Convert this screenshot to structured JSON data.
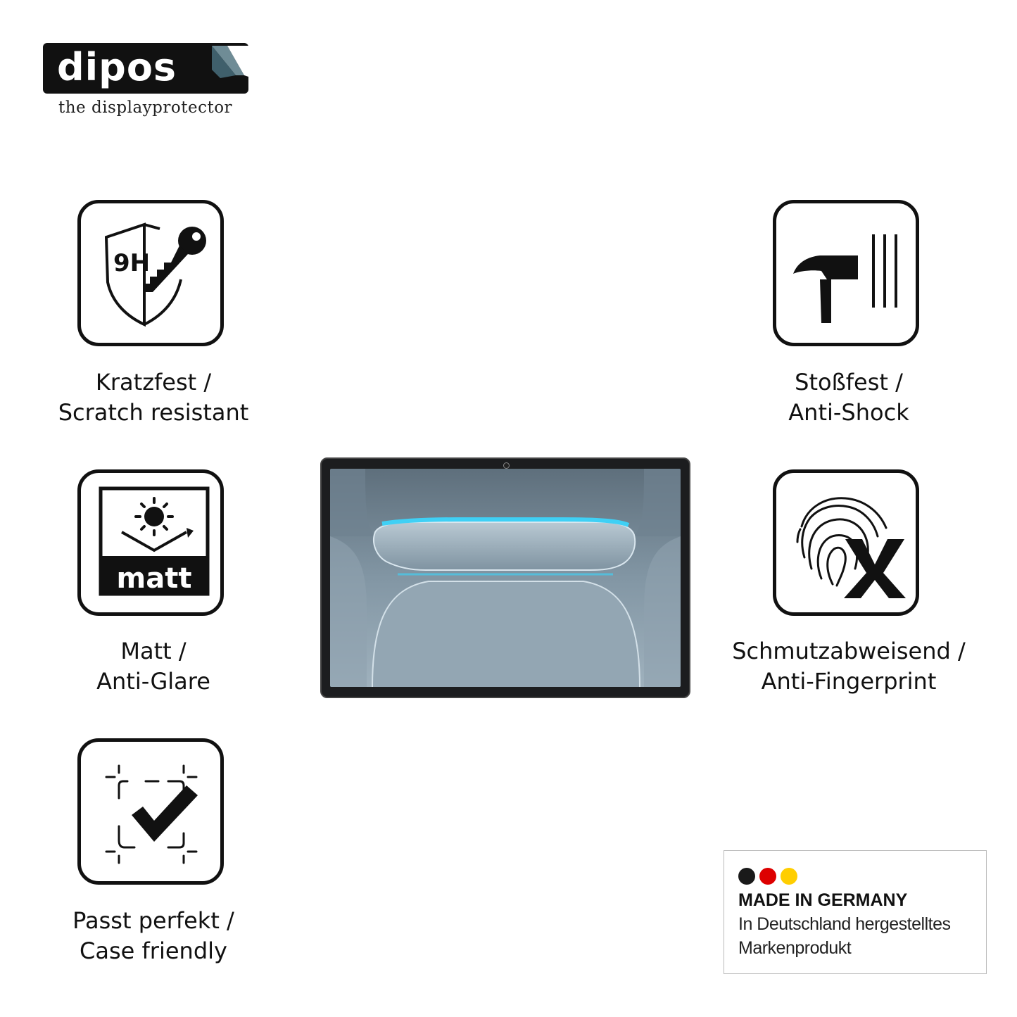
{
  "brand": {
    "name": "dipos",
    "tagline": "the displayprotector"
  },
  "features": [
    {
      "id": "scratch",
      "icon": "shield-key-9h-icon",
      "icon_text": "9H",
      "line1": "Kratzfest /",
      "line2": "Scratch resistant"
    },
    {
      "id": "shock",
      "icon": "hammer-icon",
      "line1": "Stoßfest /",
      "line2": "Anti-Shock"
    },
    {
      "id": "matt",
      "icon": "sun-matt-icon",
      "icon_text": "matt",
      "line1": "Matt /",
      "line2": "Anti-Glare"
    },
    {
      "id": "fingerprint",
      "icon": "fingerprint-x-icon",
      "line1": "Schmutzabweisend /",
      "line2": "Anti-Fingerprint"
    },
    {
      "id": "case",
      "icon": "frame-check-icon",
      "line1": "Passt perfekt /",
      "line2": "Case friendly"
    }
  ],
  "badge": {
    "title": "MADE IN GERMANY",
    "line1": "In Deutschland hergestelltes",
    "line2": "Markenprodukt",
    "flag_colors": [
      "#1a1a1a",
      "#dd0000",
      "#ffce00"
    ]
  },
  "colors": {
    "ink": "#111111",
    "screen_accent": "#39c8ee"
  }
}
